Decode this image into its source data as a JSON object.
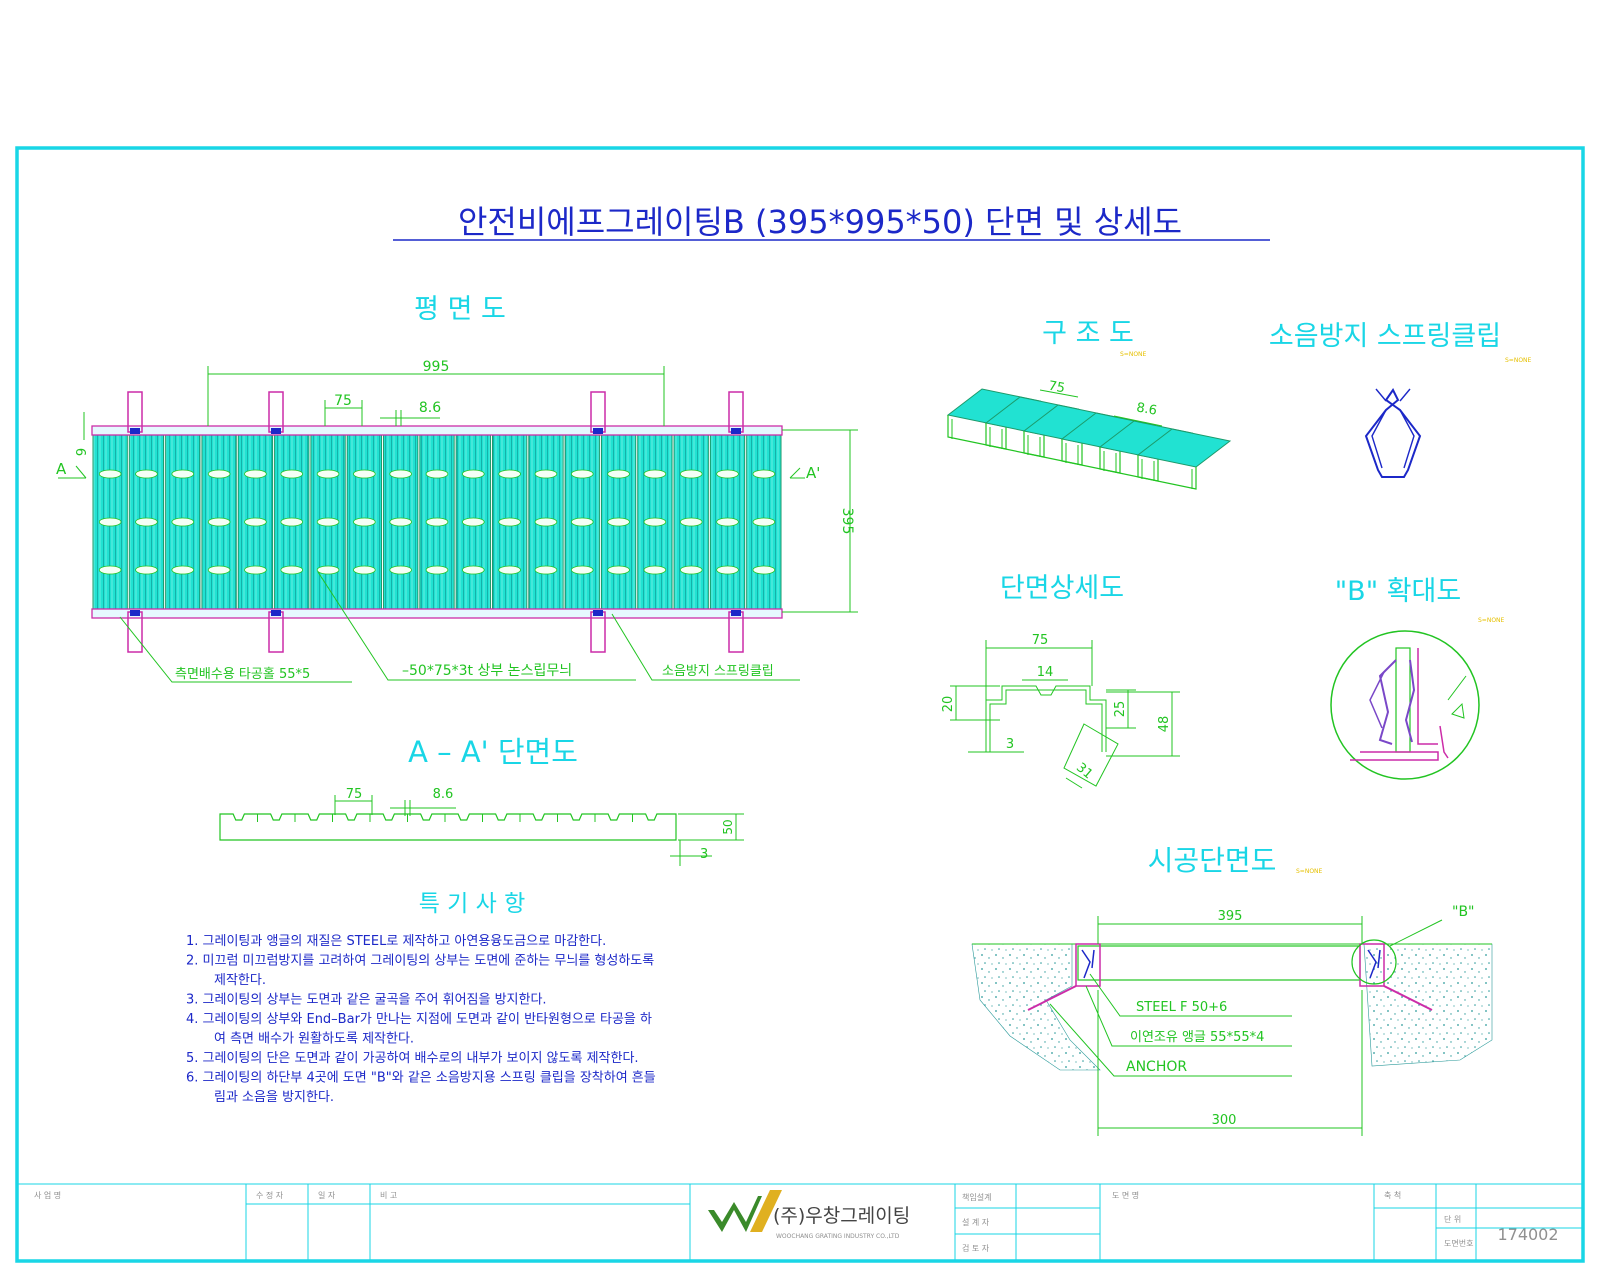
{
  "title": "안전비에프그레이팅B (395*995*50) 단면 및 상세도",
  "views": {
    "plan": "평 면 도",
    "structure": "구 조 도",
    "clip": "소음방지 스프링클립",
    "section_detail": "단면상세도",
    "b_detail": "\"B\" 확대도",
    "aa_section": "A – A' 단면도",
    "install_section": "시공단면도",
    "notes": "특 기 사 항"
  },
  "scale_tags": {
    "structure": "S=NONE",
    "clip": "S=NONE",
    "b_detail": "S=NONE",
    "install": "S=NONE"
  },
  "plan": {
    "dim_length": "995",
    "dim_pitch": "75",
    "dim_gap": "8.6",
    "dim_width": "395",
    "dim_edge": "6",
    "mark_a": "A",
    "mark_a2": "A'",
    "callout_drain": "측면배수용 타공홀 55*5",
    "callout_bar": "–50*75*3t 상부 논스립무늬",
    "callout_clip": "소음방지 스프링클립"
  },
  "structure": {
    "dim_pitch": "75",
    "dim_gap": "8.6"
  },
  "aa": {
    "dim_pitch": "75",
    "dim_gap": "8.6",
    "dim_height": "50",
    "dim_thk": "3"
  },
  "section_detail": {
    "dim_width": "75",
    "dim_groove": "14",
    "dim_20": "20",
    "dim_25": "25",
    "dim_48": "48",
    "dim_3": "3",
    "dim_31": "31"
  },
  "install": {
    "dim_top": "395",
    "dim_bottom": "300",
    "mark_b": "\"B\"",
    "label_steel": "STEEL F 50+6",
    "label_angle": "이연조유 앵글 55*55*4",
    "label_anchor": "ANCHOR"
  },
  "notes": [
    "1. 그레이팅과 앵글의 재질은 STEEL로 제작하고 아연용융도금으로 마감한다.",
    "2. 미끄럼 미끄럼방지를 고려하여 그레이팅의 상부는 도면에 준하는 무늬를 형성하도록",
    "제작한다.",
    "3. 그레이팅의 상부는 도면과 같은 굴곡을 주어 휘어짐을 방지한다.",
    "4. 그레이팅의 상부와 End–Bar가 만나는 지점에 도면과 같이 반타원형으로 타공을 하",
    "여 측면 배수가 원활하도록 제작한다.",
    "5. 그레이팅의 단은 도면과 같이 가공하여 배수로의 내부가 보이지 않도록 제작한다.",
    "6. 그레이팅의 하단부 4곳에 도면 \"B\"와 같은 소음방지용 스프링 클립을 장착하여 흔들",
    "림과 소음을 방지한다."
  ],
  "title_block": {
    "f_project": "사 업 명",
    "f_revision": "수 정 자",
    "f_date": "일 자",
    "f_remark": "비 고",
    "company": "(주)우창그레이팅",
    "company_en": "WOOCHANG GRATING INDUSTRY CO.,LTD",
    "f_manager": "책임설계",
    "f_designer": "설 계 자",
    "f_checker": "검 토 자",
    "f_drawing": "도 면 명",
    "f_scale": "축 척",
    "f_unit": "단 위",
    "f_number": "도면번호",
    "drawing_no": "174002"
  },
  "colors": {
    "border": "#19d6e6",
    "line": "#22c422",
    "accent": "#cc2ca8",
    "title": "#1c28c8"
  }
}
